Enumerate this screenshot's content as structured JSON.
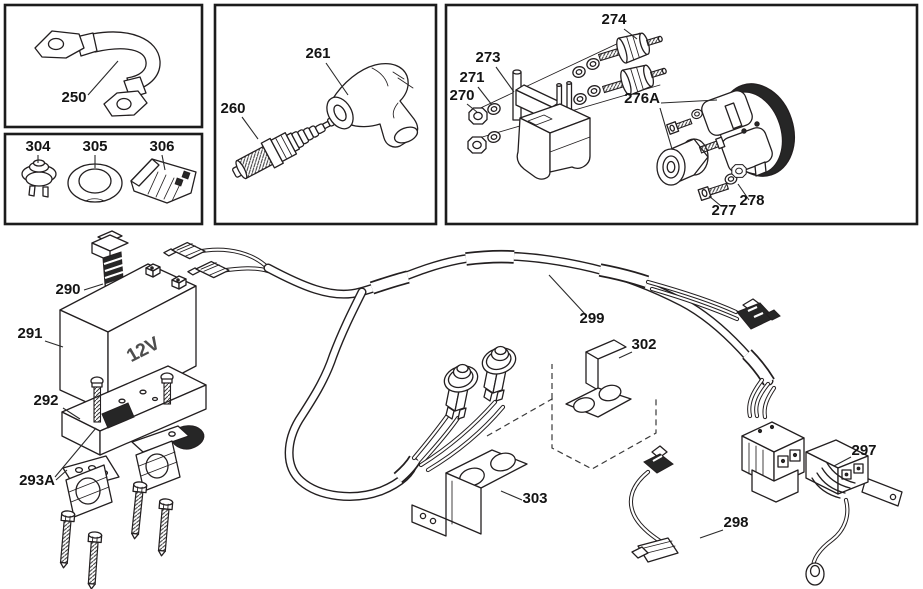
{
  "colors": {
    "background": "#ffffff",
    "line": "#231f20"
  },
  "battery": {
    "voltage_label": "12V"
  },
  "labels": {
    "250": "250",
    "260": "260",
    "261": "261",
    "270": "270",
    "271": "271",
    "273": "273",
    "274": "274",
    "276A": "276A",
    "277": "277",
    "278": "278",
    "290": "290",
    "291": "291",
    "292": "292",
    "293A": "293A",
    "297": "297",
    "298": "298",
    "299": "299",
    "302": "302",
    "303": "303",
    "304": "304",
    "305": "305",
    "306": "306"
  }
}
